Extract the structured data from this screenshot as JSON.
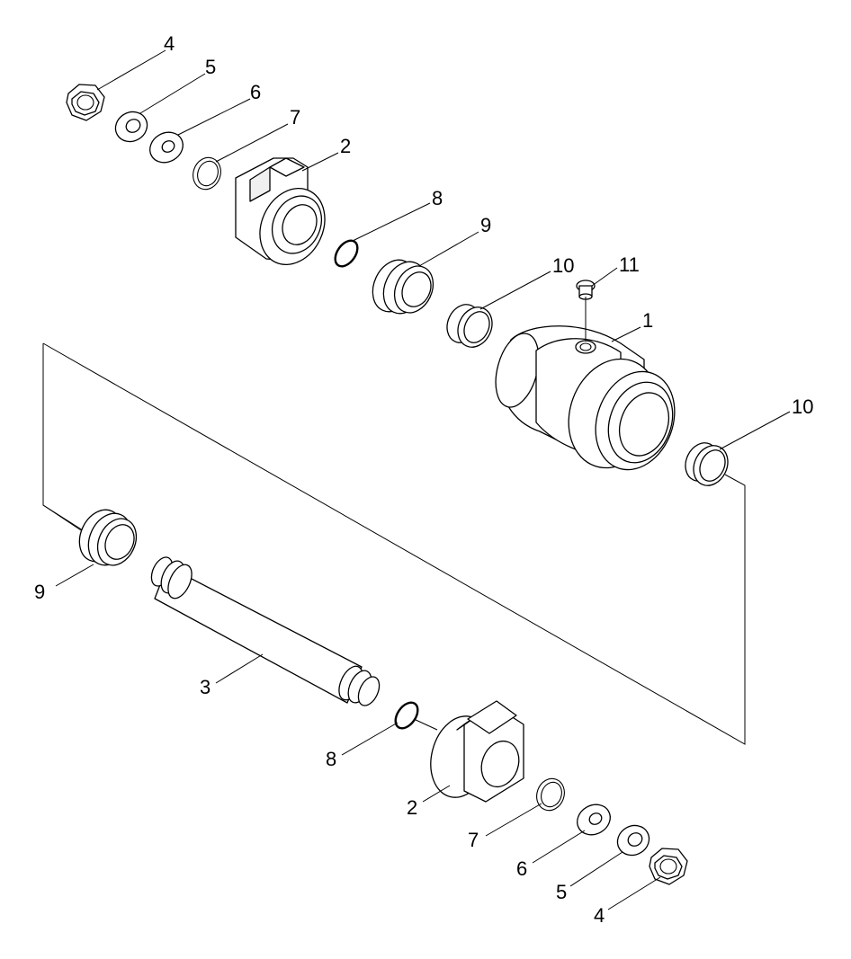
{
  "callouts": {
    "top_4": "4",
    "top_5": "5",
    "top_6": "6",
    "top_7": "7",
    "top_2": "2",
    "top_8": "8",
    "top_9": "9",
    "top_10": "10",
    "top_11": "11",
    "top_1": "1",
    "right_10": "10",
    "left_9": "9",
    "shaft_3": "3",
    "bottom_8": "8",
    "bottom_2": "2",
    "bottom_7": "7",
    "bottom_6": "6",
    "bottom_5": "5",
    "bottom_4": "4"
  },
  "colors": {
    "line": "#000000",
    "background": "#ffffff",
    "shade": "#f0f0f0"
  }
}
